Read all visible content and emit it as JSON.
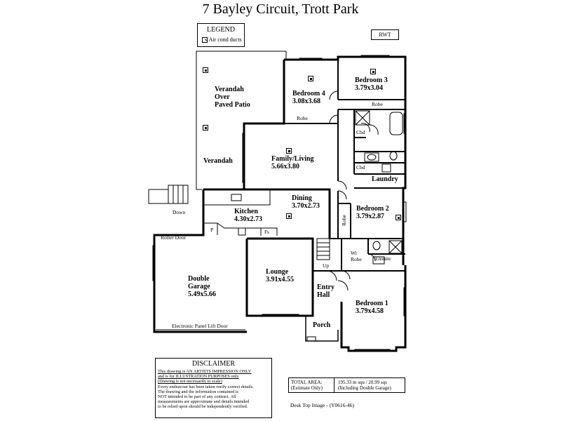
{
  "title": "7 Bayley Circuit, Trott Park",
  "legend": {
    "heading": "LEGEND",
    "item": "Air cond ducts"
  },
  "stamp": "RWT",
  "rooms": {
    "verandah_patio": [
      "Verandah",
      "Over",
      "Paved Patio"
    ],
    "verandah": "Verandah",
    "bedroom4": {
      "name": "Bedroom 4",
      "size": "3.08x3.68"
    },
    "bedroom3": {
      "name": "Bedroom 3",
      "size": "3.79x3.04"
    },
    "family": {
      "name": "Family/Living",
      "size": "5.66x3.80"
    },
    "dining": {
      "name": "Dining",
      "size": "3.70x2.73"
    },
    "kitchen": {
      "name": "Kitchen",
      "size": "4.30x2.73"
    },
    "laundry": "Laundry",
    "bedroom2": {
      "name": "Bedroom 2",
      "size": "3.79x2.87"
    },
    "garage": {
      "name": [
        "Double",
        "Garage"
      ],
      "size": "5.49x5.66"
    },
    "lounge": {
      "name": "Lounge",
      "size": "3.91x4.55"
    },
    "entry": [
      "Entry",
      "Hall"
    ],
    "bedroom1": {
      "name": "Bedroom 1",
      "size": "3.79x4.58"
    },
    "porch": "Porch"
  },
  "small_labels": {
    "robe4": "Robe",
    "robe3": "Robe",
    "robe2": "Robe",
    "cbd1": "Cbd",
    "cbd2": "Cbd",
    "p": "P",
    "fs": "Fs",
    "roller_door": "Roller Door",
    "down": "Down",
    "up": "Up",
    "wi_robe": [
      "Wi",
      "Robe"
    ],
    "ensuite": "Ensuite",
    "lift_door": "Electronic Panel Lift  Door"
  },
  "disclaimer": {
    "heading": "DISCLAIMER",
    "lines": [
      "This drawing is AN ARTISTS IMPRESSION ONLY",
      "and is for ILLUSTRATION PURPOSES only",
      "(Drawing is not necessarily to scale)",
      "Every endeavour has been taken verify correct details.",
      "The drawing and the information contained is",
      "NOT intended to be part of any contract.  All",
      "measurements are approximate and details intended",
      "to be relied upon should be independently verified."
    ]
  },
  "total_area": {
    "label1": "TOTAL AREA:",
    "label2": "(Estimate Only)",
    "value1": "195.33 m squ  /  20.99 sqs",
    "value2": "(Including Double Garage)"
  },
  "footnote": "Desk Top Image - (Y0616-46)"
}
